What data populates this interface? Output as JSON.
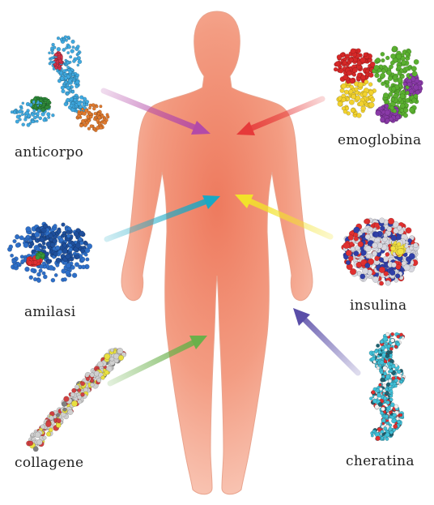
{
  "proteins": [
    {
      "id": "anticorpo",
      "label": "anticorpo",
      "arrow_color": "#b34aa8",
      "colors": [
        "#3fa9e0",
        "#2e8b3a",
        "#e07a2e",
        "#d2334a"
      ]
    },
    {
      "id": "emoglobina",
      "label": "emoglobina",
      "arrow_color": "#e63a3a",
      "colors": [
        "#d62828",
        "#5ab030",
        "#f2d22e",
        "#8a3aa8"
      ]
    },
    {
      "id": "amilasi",
      "label": "amilasi",
      "arrow_color": "#1aa8c4",
      "colors": [
        "#2e6fc8",
        "#1e4f9c",
        "#e03030",
        "#3a9a3a"
      ]
    },
    {
      "id": "insulina",
      "label": "insulina",
      "arrow_color": "#f2e22a",
      "colors": [
        "#d8d8e0",
        "#e03030",
        "#3040a8",
        "#f2e040"
      ]
    },
    {
      "id": "collagene",
      "label": "collagene",
      "arrow_color": "#6ab04a",
      "colors": [
        "#cfcfcf",
        "#e8e040",
        "#d04040",
        "#808080"
      ]
    },
    {
      "id": "cheratina",
      "label": "cheratina",
      "arrow_color": "#5a4ea8",
      "colors": [
        "#40c0d8",
        "#e03030",
        "#f0f0f0",
        "#206070"
      ]
    }
  ],
  "body_color": "#ef8a6e"
}
